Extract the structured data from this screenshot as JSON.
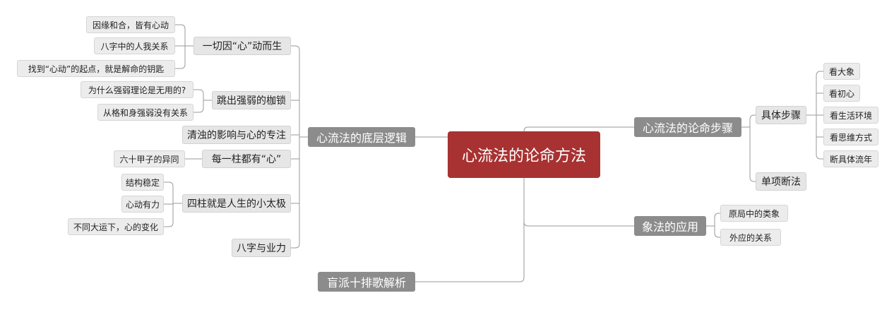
{
  "center": "心流法的论命方法",
  "left": {
    "logic": {
      "label": "心流法的底层逻辑",
      "items": [
        {
          "label": "一切因“心”动而生",
          "children": [
            "因缘和合，皆有心动",
            "八字中的人我关系",
            "找到“心动”的起点，就是解命的钥匙"
          ]
        },
        {
          "label": "跳出强弱的枷锁",
          "children": [
            "为什么强弱理论是无用的?",
            "从格和身强弱没有关系"
          ]
        },
        {
          "label": "清浊的影响与心的专注",
          "children": []
        },
        {
          "label": "每一柱都有“心”",
          "children": [
            "六十甲子的异同"
          ]
        },
        {
          "label": "四柱就是人生的小太极",
          "children": [
            "结构稳定",
            "心动有力",
            "不同大运下，心的变化"
          ]
        },
        {
          "label": "八字与业力",
          "children": []
        }
      ]
    },
    "blind": {
      "label": "盲派十排歌解析"
    }
  },
  "right": {
    "steps": {
      "label": "心流法的论命步骤",
      "items": [
        {
          "label": "具体步骤",
          "children": [
            "看大象",
            "看初心",
            "看生活环境",
            "看思维方式",
            "断具体流年"
          ]
        },
        {
          "label": "单项断法",
          "children": []
        }
      ]
    },
    "imagery": {
      "label": "象法的应用",
      "items": [
        "原局中的类象",
        "外应的关系"
      ]
    }
  },
  "colors": {
    "center": "#a83232",
    "main": "#8c8c8c",
    "sub": "#e6e6e6",
    "leaf": "#ececec",
    "line": "#999999"
  }
}
